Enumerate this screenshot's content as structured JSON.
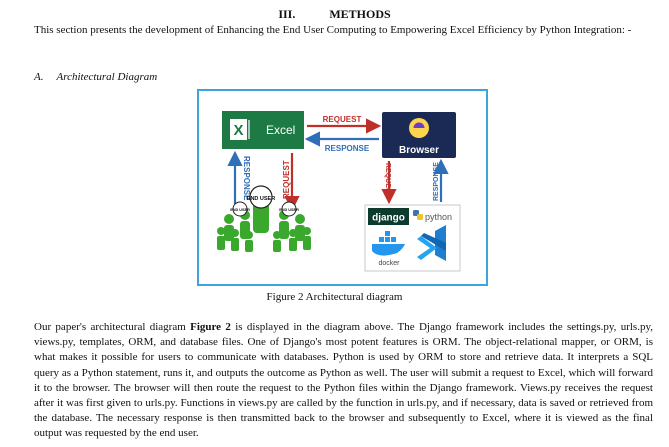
{
  "section": {
    "number": "III.",
    "title": "METHODS"
  },
  "intro": "This section presents the development of Enhancing the End User Computing to Empowering Excel Efficiency by Python Integration: -",
  "subsection": {
    "letter": "A.",
    "title": "Architectural Diagram"
  },
  "diagram": {
    "excel_label": "Excel",
    "excel_badge": "X",
    "browser_label": "Browser",
    "top_request": "REQUEST",
    "top_response": "RESPONSE",
    "left_response": "RESPONSE",
    "left_request": "REQUEST",
    "right_request": "REQUEST",
    "right_response": "RESPONSE",
    "user_tag_main": "END USER",
    "user_tag_side": "END USER",
    "django_label": "django",
    "python_label": "python",
    "docker_label": "docker",
    "colors": {
      "excel_green": "#1e7a45",
      "browser_navy": "#1a2a55",
      "arrow_blue": "#2e6fb8",
      "arrow_red": "#c0302a",
      "people_green": "#3aa82c"
    }
  },
  "caption": "Figure 2 Architectural diagram",
  "body": {
    "before_bold": "Our paper's architectural diagram ",
    "bold": "Figure 2",
    "after_bold": " is displayed in the diagram above. The Django framework includes the settings.py, urls.py, views.py, templates, ORM, and database files.   One of Django's most potent features is ORM. The object-relational mapper, or ORM, is what makes it possible for users to communicate with databases. Python is used by ORM to store and retrieve data. It interprets a SQL query as a Python statement, runs it, and outputs the outcome as Python as well. The user will submit a request to Excel, which will forward it to the browser. The browser will then route the request to the Python files within the Django framework. Views.py receives the request after it was first given to urls.py. Functions in views.py are called by the function in urls.py, and if necessary, data is saved or retrieved from the database. The necessary response is then transmitted back to the browser and subsequently to Excel, where it is viewed as the final output was requested by the end user."
  }
}
